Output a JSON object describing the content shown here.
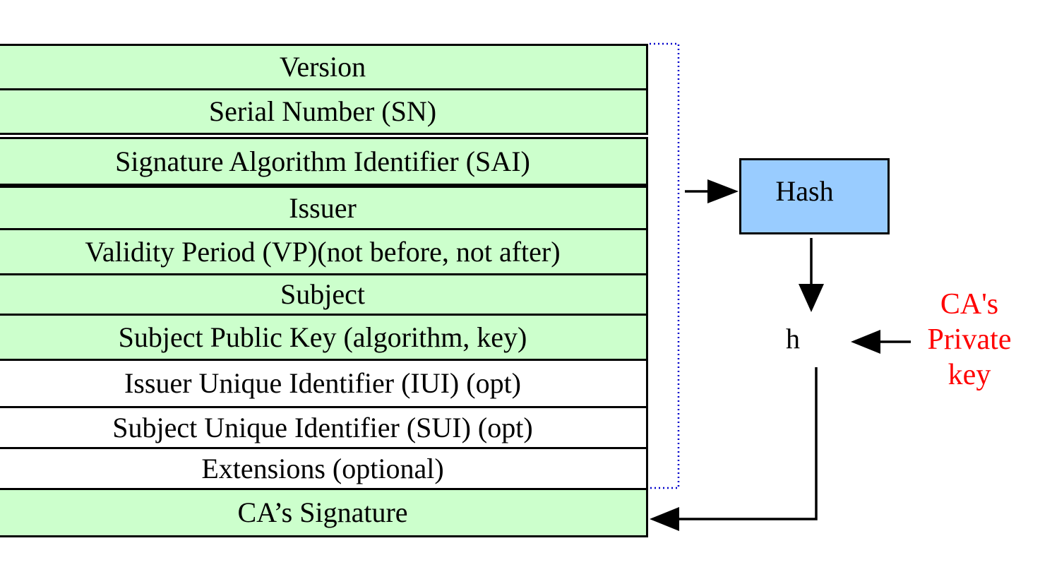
{
  "certificate_fields": [
    {
      "label": "Version",
      "fill": "#ccffcc"
    },
    {
      "label": "Serial Number (SN)",
      "fill": "#ccffcc"
    },
    {
      "label": "Signature Algorithm Identifier (SAI)",
      "fill": "#ccffcc"
    },
    {
      "label": "Issuer",
      "fill": "#ccffcc"
    },
    {
      "label": "Validity Period (VP)(not before, not after)",
      "fill": "#ccffcc"
    },
    {
      "label": "Subject",
      "fill": "#ccffcc"
    },
    {
      "label": "Subject Public Key (algorithm, key)",
      "fill": "#ccffcc"
    },
    {
      "label": "Issuer Unique Identifier (IUI) (opt)",
      "fill": "#ffffff"
    },
    {
      "label": "Subject Unique Identifier (SUI) (opt)",
      "fill": "#ffffff"
    },
    {
      "label": "Extensions (optional)",
      "fill": "#ffffff"
    },
    {
      "label": "CA’s Signature",
      "fill": "#ccffcc"
    }
  ],
  "hash_box": {
    "label": "Hash",
    "fill": "#99ccff"
  },
  "hash_output": "h",
  "private_key": {
    "lines": [
      "CA's",
      "Private",
      "key"
    ],
    "color": "#ff0000"
  },
  "bracket_color": "#0000cc"
}
